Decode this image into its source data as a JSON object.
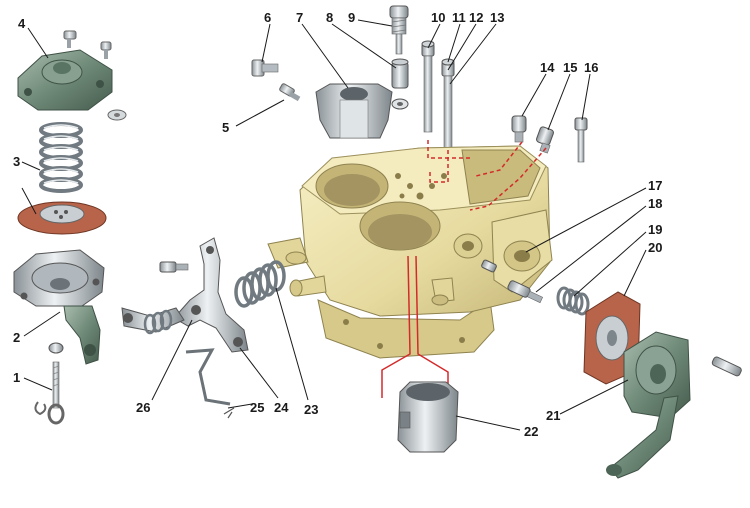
{
  "callouts": [
    "1",
    "2",
    "3",
    "4",
    "5",
    "6",
    "7",
    "8",
    "9",
    "10",
    "11",
    "12",
    "13",
    "14",
    "15",
    "16",
    "17",
    "18",
    "19",
    "20",
    "21",
    "22",
    "23",
    "24",
    "25",
    "26"
  ],
  "colors": {
    "body": "#efe6b0",
    "body_shade": "#d6c98a",
    "body_dark": "#b3a56a",
    "green": "#6f8a78",
    "green_dark": "#4d6556",
    "green_light": "#9fb4a5",
    "metal": "#c9cfd3",
    "metal_dark": "#8a9297",
    "metal_light": "#eef1f3",
    "gasket": "#b8644a",
    "red_lines": "#d42a2a",
    "label": "#1a1a1a"
  }
}
